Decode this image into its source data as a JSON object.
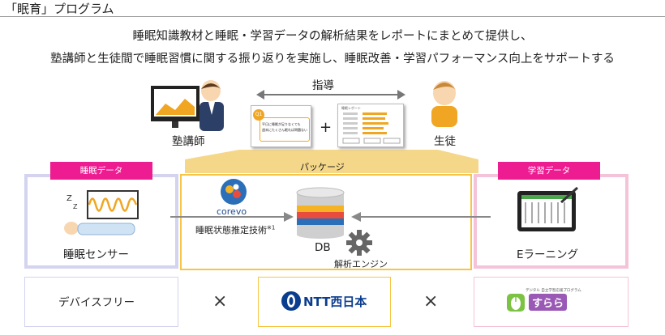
{
  "page_title": "「眠育」プログラム",
  "lead_line1": "睡眠知識教材と睡眠・学習データの解析結果をレポートにまとめて提供し、",
  "lead_line2": "塾講師と生徒間で睡眠習慣に関する振り返りを実施し、睡眠改善・学習パフォーマンス向上をサポートする",
  "teacher_label": "塾講師",
  "student_label": "生徒",
  "guidance_label": "指導",
  "plus": "+",
  "package_label": "パッケージ",
  "sleep_data_tag": "睡眠データ",
  "learning_data_tag": "学習データ",
  "sleep_sensor_label": "睡眠センサー",
  "elearning_label": "Eラーニング",
  "corevo_label": "corevo",
  "estimation_tech_label": "睡眠状態推定技術",
  "estimation_tech_note": "※1",
  "db_label": "DB",
  "engine_label": "解析エンジン",
  "device_free_label": "デバイスフリー",
  "times1": "×",
  "times2": "×",
  "ntt_label": "NTT西日本",
  "card1": {
    "badge": "Q1",
    "line1": "平日に睡眠が足りなくても",
    "line2": "週末にたくさん眠れば問題ない"
  },
  "card2": {
    "title": "睡眠レポート"
  },
  "ezuru_caption": "デジタル 自立学習応援プログラム",
  "ezuru_logo": "すらら",
  "colors": {
    "magenta": "#ee1c91",
    "lavender": "#d4d3f0",
    "yellow": "#f6c544",
    "pink": "#f5c3d9",
    "gold": "#f5d78a"
  }
}
